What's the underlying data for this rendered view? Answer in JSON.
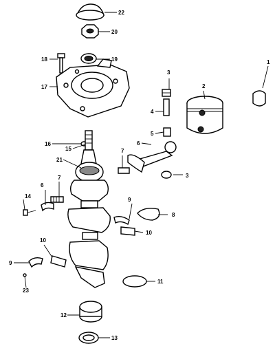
{
  "callouts": {
    "c1": "1",
    "c2": "2",
    "c3a": "3",
    "c3b": "3",
    "c4": "4",
    "c5": "5",
    "c6a": "6",
    "c6b": "6",
    "c7a": "7",
    "c7b": "7",
    "c8": "8",
    "c9a": "9",
    "c9b": "9",
    "c10a": "10",
    "c10b": "10",
    "c11": "11",
    "c12": "12",
    "c13": "13",
    "c14": "14",
    "c15": "15",
    "c16": "16",
    "c17": "17",
    "c18": "18",
    "c19": "19",
    "c20": "20",
    "c21": "21",
    "c22": "22",
    "c23": "23"
  }
}
